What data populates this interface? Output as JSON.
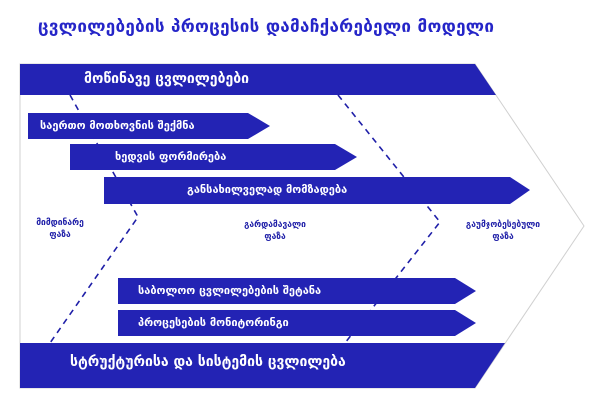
{
  "title": "ცვლილებების პროცესის დამაჩქარებელი მოდელი",
  "bands": {
    "top": "მოწინავე ცვლილებები",
    "bottom": "სტრუქტურისა და სისტემის ცვლილება"
  },
  "upper_arrows": [
    "საერთო მოთხოვნის შექმნა",
    "ხედვის ფორმირება",
    "განსახილველად მომზადება"
  ],
  "lower_arrows": [
    "საბოლოო ცვლილებების შეტანა",
    "პროცესების მონიტორინგი"
  ],
  "phases": {
    "current": [
      "მიმდინარე",
      "ფაზა"
    ],
    "transitional": [
      "გარდამავალი",
      "ფაზა"
    ],
    "improved": [
      "გაუმჯობესებული",
      "ფაზა"
    ]
  },
  "colors": {
    "primary": "#2323b4",
    "dashed": "#1f1fa8",
    "phase_text": "#1f1fa8",
    "title": "#2525c8",
    "label": "#ffffff"
  }
}
